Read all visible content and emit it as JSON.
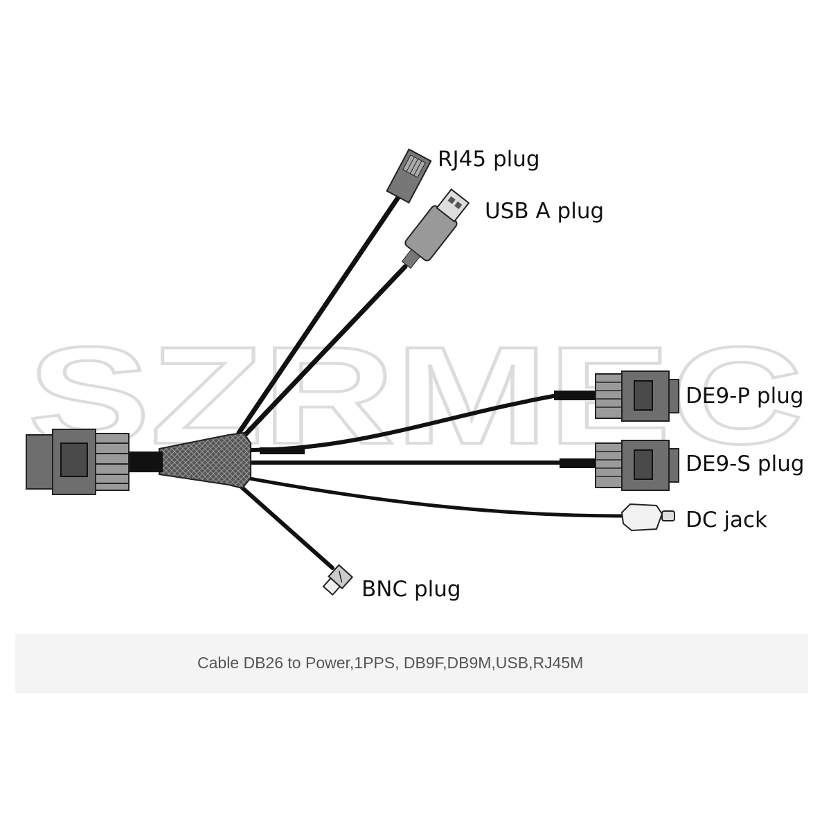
{
  "watermark": {
    "text": "SZRMEC"
  },
  "labels": {
    "rj45": "RJ45 plug",
    "usb": "USB A plug",
    "de9p": "DE9-P plug",
    "de9s": "DE9-S plug",
    "dc": "DC jack",
    "bnc": "BNC plug"
  },
  "caption": "Cable DB26 to Power,1PPS, DB9F,DB9M,USB,RJ45M",
  "colors": {
    "connector_body": "#6e6e6e",
    "cable": "#111111",
    "outline": "#222222",
    "watermark_outline": "#dddddd"
  }
}
